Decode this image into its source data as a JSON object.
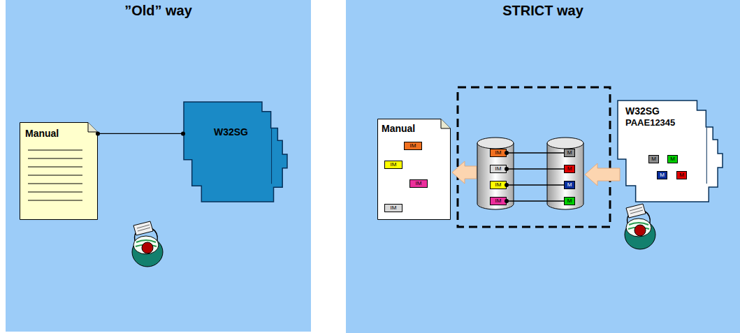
{
  "diagram": {
    "nodes": [
      {
        "text": [
          "”Old” way"
        ]
      },
      {
        "text": [
          "Manual"
        ],
        "in": 0
      },
      {
        "text": [
          "W32SG"
        ],
        "in": 0
      },
      {
        "text": [
          "STRICT way"
        ]
      },
      {
        "text": [
          "Manual"
        ],
        "in": 3
      },
      {
        "text": [
          "IM"
        ],
        "in": 4
      },
      {
        "text": [
          "IM"
        ],
        "in": 4
      },
      {
        "text": [
          "IM"
        ],
        "in": 4
      },
      {
        "text": [
          "IM"
        ],
        "in": 4
      },
      {
        "text": [
          "IM"
        ],
        "in": 3
      },
      {
        "text": [
          "IM"
        ],
        "in": 3
      },
      {
        "text": [
          "IM"
        ],
        "in": 3
      },
      {
        "text": [
          "IM"
        ],
        "in": 3
      },
      {
        "text": [
          "M"
        ],
        "in": 3
      },
      {
        "text": [
          "M"
        ],
        "in": 3
      },
      {
        "text": [
          "M"
        ],
        "in": 3
      },
      {
        "text": [
          "M"
        ],
        "in": 3
      },
      {
        "text": [
          "W32SG",
          "PAAE12345"
        ],
        "in": 3
      },
      {
        "text": [
          "M"
        ],
        "in": 17
      },
      {
        "text": [
          "M"
        ],
        "in": 17
      },
      {
        "text": [
          "M"
        ],
        "in": 17
      },
      {
        "text": [
          "M"
        ],
        "in": 17
      }
    ],
    "edges": [
      {
        "from": 1,
        "to": 2,
        "arrow": "none"
      },
      {
        "from": 9,
        "to": 13,
        "arrow": "none"
      },
      {
        "from": 10,
        "to": 14,
        "arrow": "none"
      },
      {
        "from": 11,
        "to": 15,
        "arrow": "none"
      },
      {
        "from": 12,
        "to": 16,
        "arrow": "none"
      }
    ]
  }
}
